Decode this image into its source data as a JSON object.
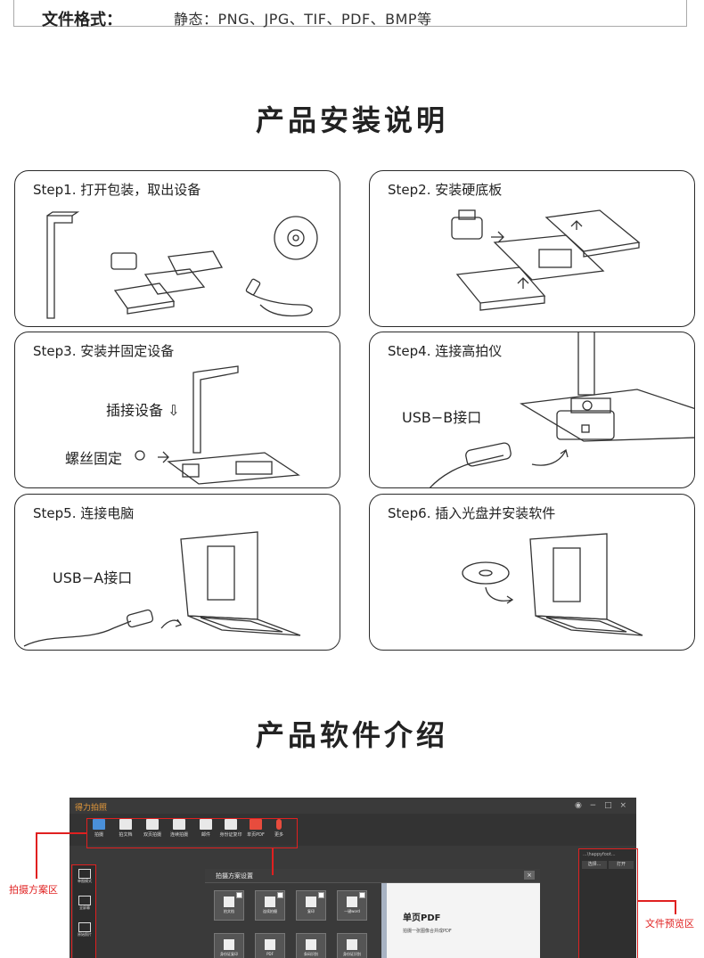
{
  "file_format": {
    "label": "文件格式：",
    "value": "静态：PNG、JPG、TIF、PDF、BMP等"
  },
  "install": {
    "title": "产品安装说明",
    "steps": [
      {
        "title": "Step1. 打开包装，取出设备"
      },
      {
        "title": "Step2. 安装硬底板"
      },
      {
        "title": "Step3. 安装并固定设备",
        "caption_1": "插接设备 ⇩",
        "caption_2": "螺丝固定"
      },
      {
        "title": "Step4. 连接高拍仪",
        "caption": "USB−B接口"
      },
      {
        "title": "Step5. 连接电脑",
        "caption": "USB−A接口"
      },
      {
        "title": "Step6. 插入光盘并安装软件"
      }
    ]
  },
  "software": {
    "title": "产品软件介绍",
    "app_title": "得力拍照",
    "window_buttons": "◉ − □ ×",
    "toolbar": [
      "拍摄",
      "拍文档",
      "双页拍摄",
      "连续拍摄",
      "邮件",
      "身份证复印",
      "单页PDF",
      "更多"
    ],
    "sidebar": [
      "单图模式",
      "全屏幕",
      "原始照片"
    ],
    "dialog": {
      "title": "拍摄方案设置",
      "close": "×",
      "options": [
        "拍文档",
        "连续拍摄",
        "复印",
        "一键word",
        "身份证复印",
        "PDF",
        "条码识别",
        "身份证识别"
      ],
      "selected_title": "单页PDF",
      "selected_desc": "拍摄一张图像合并成PDF"
    },
    "preview": {
      "path": "...\\happyfoot...",
      "select": "选择...",
      "open": "打开"
    },
    "callouts": {
      "left": "拍摄方案区",
      "right": "文件预览区"
    }
  }
}
